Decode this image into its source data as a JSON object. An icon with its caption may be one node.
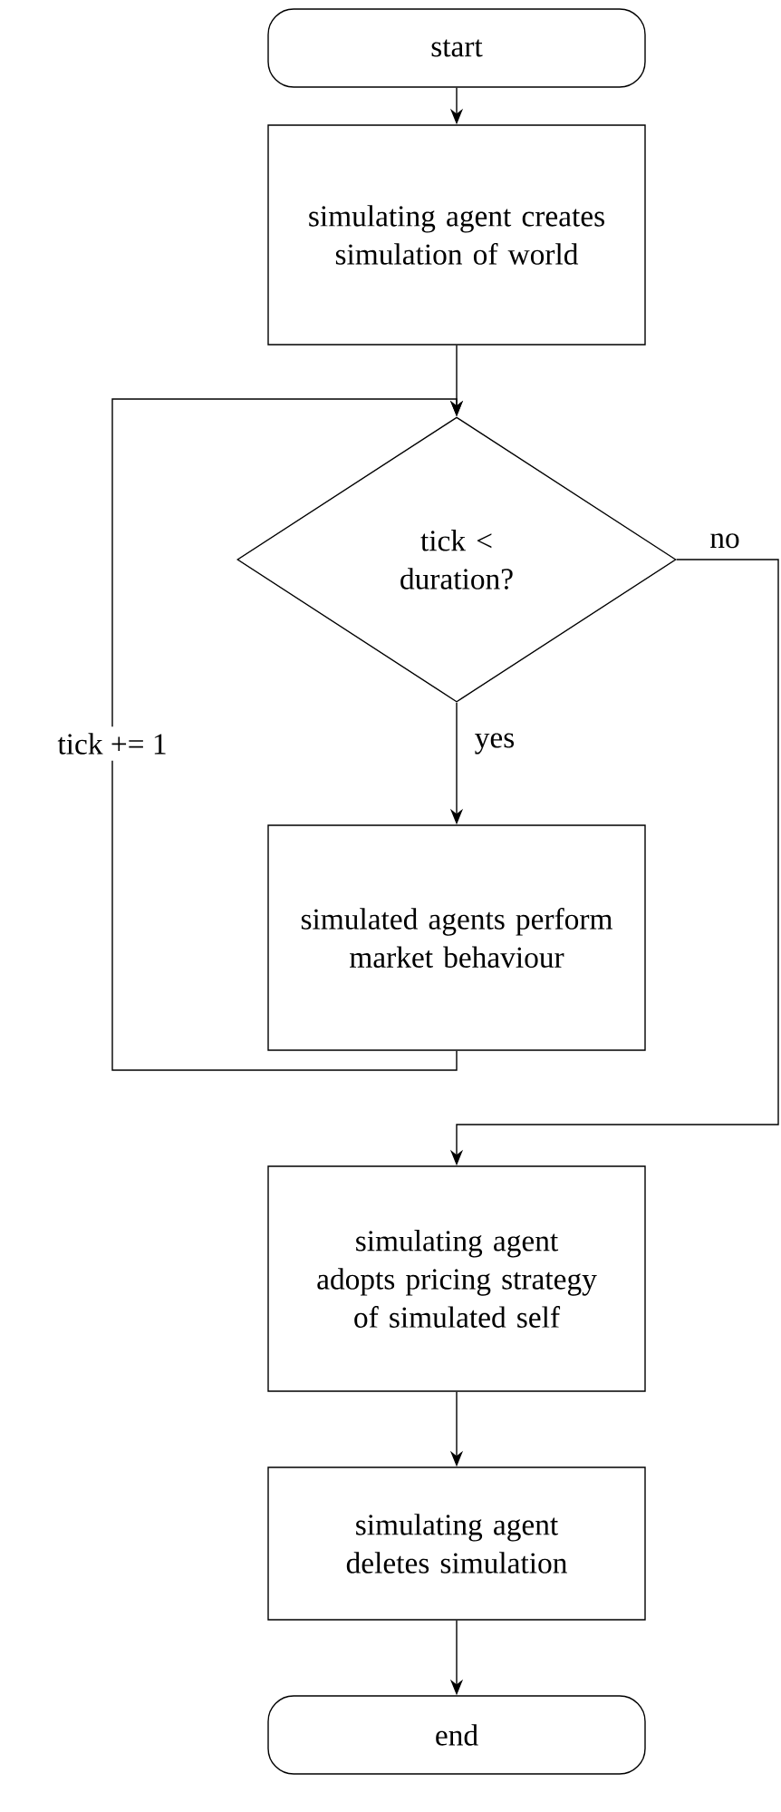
{
  "diagram": {
    "nodes": [
      {
        "text": [
          "start"
        ]
      },
      {
        "text": [
          "simulating agent creates simulation of world"
        ]
      },
      {
        "text": [
          "tick < duration?"
        ]
      },
      {
        "text": [
          "simulated agents perform market behaviour"
        ]
      },
      {
        "text": [
          "simulating agent adopts pricing strategy of simulated self"
        ]
      },
      {
        "text": [
          "simulating agent deletes simulation"
        ]
      },
      {
        "text": [
          "end"
        ]
      }
    ],
    "edges": [
      {
        "from": 0,
        "to": 1,
        "arrow": "to"
      },
      {
        "from": 1,
        "to": 2,
        "arrow": "to"
      },
      {
        "from": 2,
        "to": 3,
        "arrow": "to",
        "label": "yes"
      },
      {
        "from": 3,
        "to": 2,
        "arrow": "to",
        "label": "tick += 1"
      },
      {
        "from": 2,
        "to": 4,
        "arrow": "to",
        "label": "no"
      },
      {
        "from": 4,
        "to": 5,
        "arrow": "to"
      },
      {
        "from": 5,
        "to": 6,
        "arrow": "to"
      }
    ]
  }
}
